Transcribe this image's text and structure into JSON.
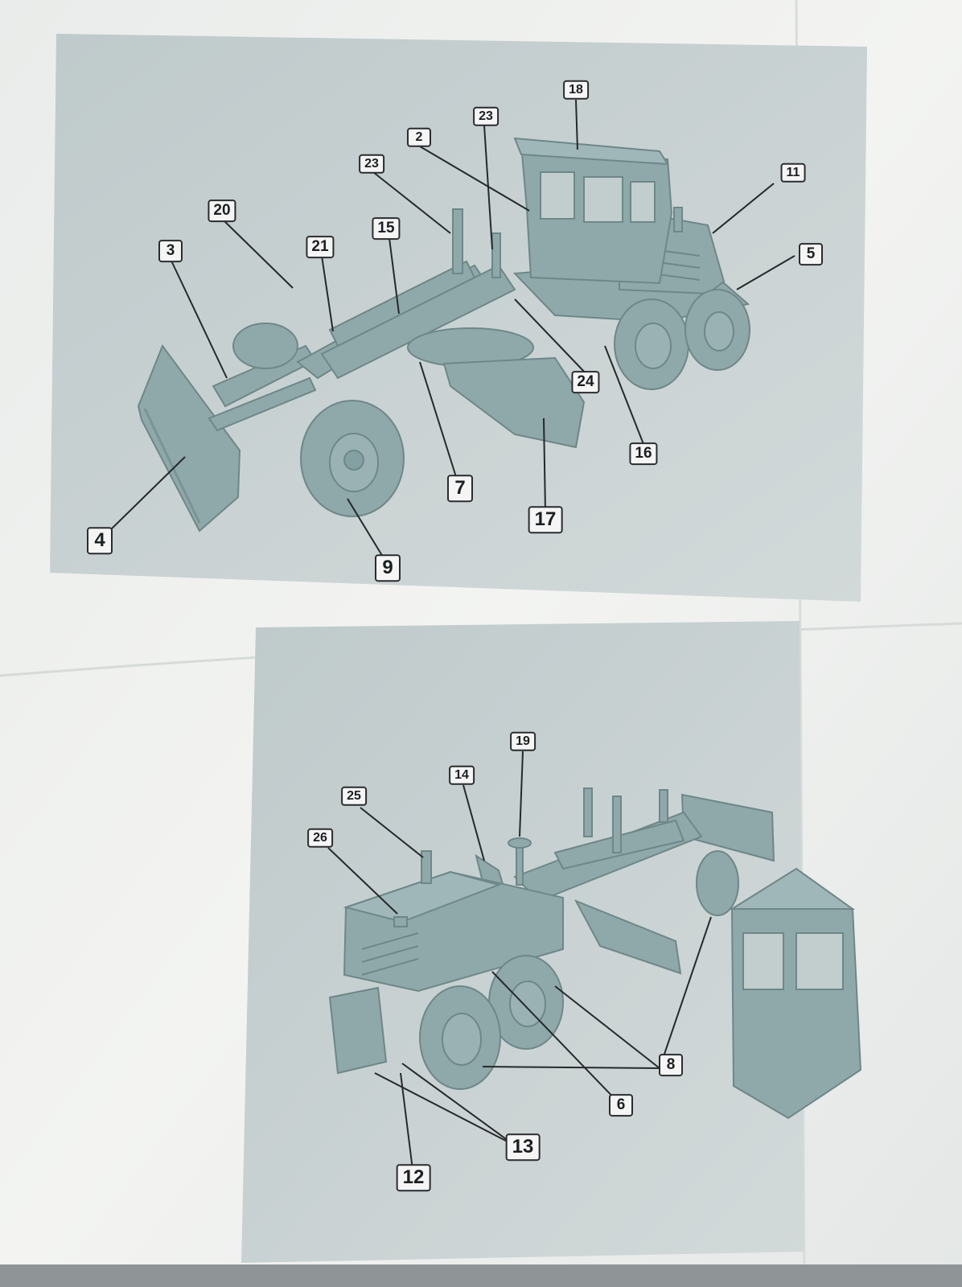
{
  "colors": {
    "paper": "#eef0ee",
    "photo_background": "#c6d0d1",
    "model": "#8fa8aa",
    "model_shadow": "#6e8789",
    "leader": "#26292b",
    "callout_border": "#2a2c2e"
  },
  "diagram_top": {
    "description_icon": "motor-grader-model-side-view",
    "callouts": [
      {
        "id": "c18",
        "label": "18"
      },
      {
        "id": "c23a",
        "label": "23"
      },
      {
        "id": "c2",
        "label": "2"
      },
      {
        "id": "c23b",
        "label": "23"
      },
      {
        "id": "c11",
        "label": "11"
      },
      {
        "id": "c20",
        "label": "20"
      },
      {
        "id": "c15",
        "label": "15"
      },
      {
        "id": "c3",
        "label": "3"
      },
      {
        "id": "c21",
        "label": "21"
      },
      {
        "id": "c5",
        "label": "5"
      },
      {
        "id": "c24",
        "label": "24"
      },
      {
        "id": "c16",
        "label": "16"
      },
      {
        "id": "c7",
        "label": "7"
      },
      {
        "id": "c17",
        "label": "17"
      },
      {
        "id": "c4",
        "label": "4"
      },
      {
        "id": "c9",
        "label": "9"
      }
    ]
  },
  "diagram_bottom": {
    "description_icon": "motor-grader-model-rear-view-with-separate-cab",
    "callouts": [
      {
        "id": "c19",
        "label": "19"
      },
      {
        "id": "c14",
        "label": "14"
      },
      {
        "id": "c25",
        "label": "25"
      },
      {
        "id": "c26",
        "label": "26"
      },
      {
        "id": "c8",
        "label": "8"
      },
      {
        "id": "c6",
        "label": "6"
      },
      {
        "id": "c13",
        "label": "13"
      },
      {
        "id": "c12",
        "label": "12"
      }
    ]
  }
}
